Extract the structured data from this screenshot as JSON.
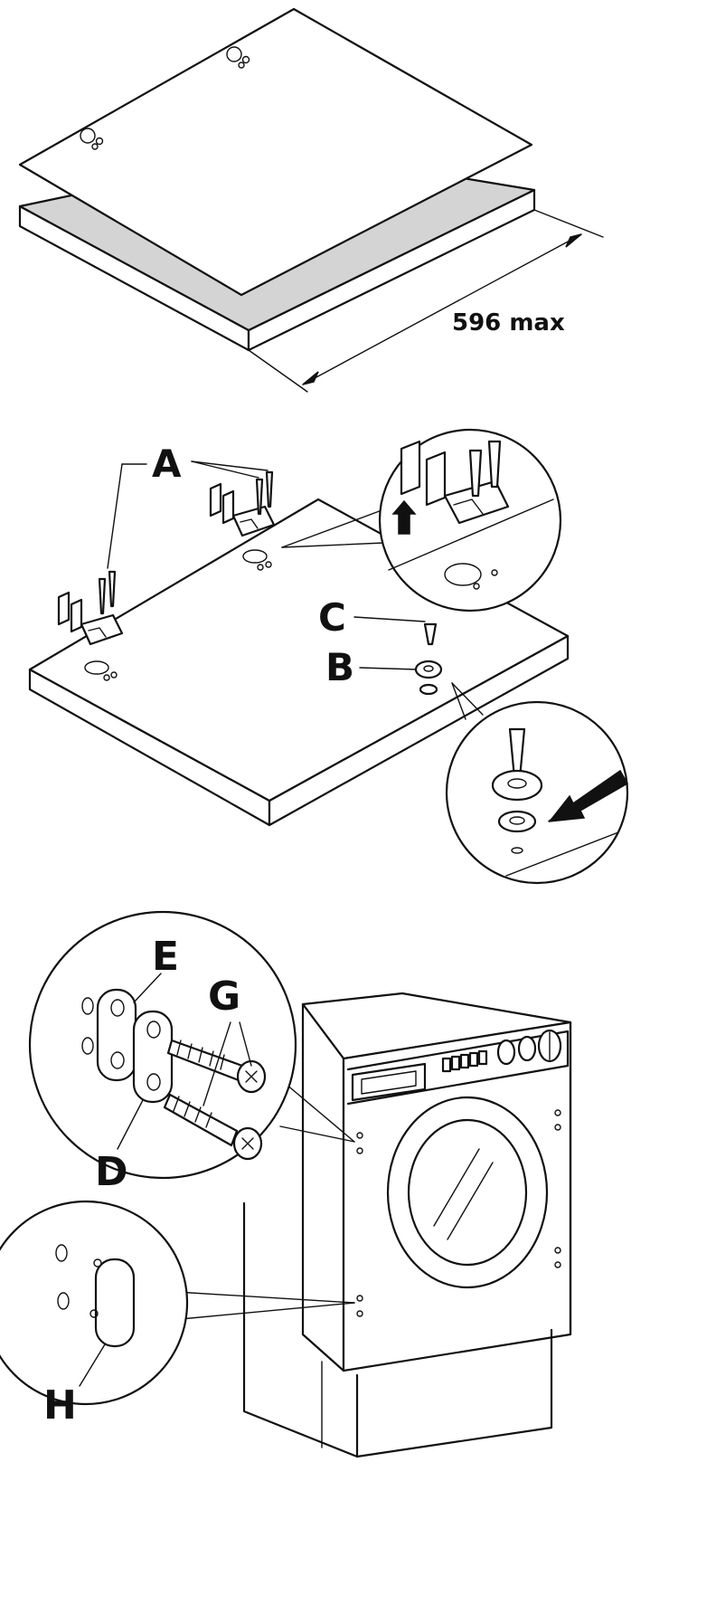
{
  "panel1": {
    "dimension_label": "596 max"
  },
  "panel2": {
    "labels": {
      "a": "A",
      "b": "B",
      "c": "C"
    }
  },
  "panel3": {
    "labels": {
      "d": "D",
      "e": "E",
      "g": "G",
      "h": "H"
    }
  }
}
